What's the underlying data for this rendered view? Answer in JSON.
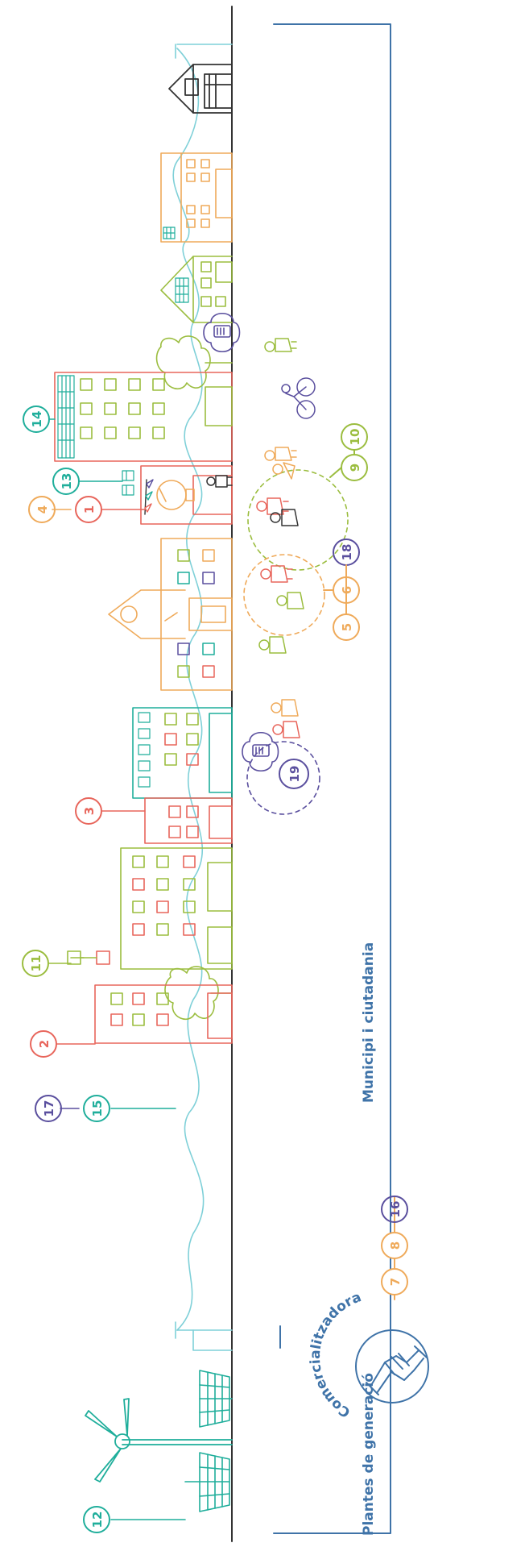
{
  "labels": {
    "generation": "Plantes de generació",
    "retailer": "Comercialitzadora",
    "municipality": "Municipi i ciutadania"
  },
  "markers": [
    {
      "id": "n1",
      "text": "1",
      "color": "#e8665c"
    },
    {
      "id": "n2",
      "text": "2",
      "color": "#e8665c"
    },
    {
      "id": "n3",
      "text": "3",
      "color": "#e8665c"
    },
    {
      "id": "n4",
      "text": "4",
      "color": "#efaa5a"
    },
    {
      "id": "n5",
      "text": "5",
      "color": "#efaa5a"
    },
    {
      "id": "n6",
      "text": "6",
      "color": "#efaa5a"
    },
    {
      "id": "n7",
      "text": "7",
      "color": "#efaa5a"
    },
    {
      "id": "n8",
      "text": "8",
      "color": "#efaa5a"
    },
    {
      "id": "n9",
      "text": "9",
      "color": "#9bbd3f"
    },
    {
      "id": "n10",
      "text": "10",
      "color": "#9bbd3f"
    },
    {
      "id": "n11",
      "text": "11",
      "color": "#9bbd3f"
    },
    {
      "id": "n12",
      "text": "12",
      "color": "#1fae9b"
    },
    {
      "id": "n13",
      "text": "13",
      "color": "#1fae9b"
    },
    {
      "id": "n14",
      "text": "14",
      "color": "#1fae9b"
    },
    {
      "id": "n15",
      "text": "15",
      "color": "#1fae9b"
    },
    {
      "id": "n16",
      "text": "16",
      "color": "#5a4f9e"
    },
    {
      "id": "n17",
      "text": "17",
      "color": "#5a4f9e"
    },
    {
      "id": "n18",
      "text": "18",
      "color": "#5a4f9e"
    },
    {
      "id": "n19",
      "text": "19",
      "color": "#5a4f9e"
    }
  ],
  "colors": {
    "red": "#e8665c",
    "orange": "#efaa5a",
    "green": "#9bbd3f",
    "teal": "#1fae9b",
    "purple": "#5a4f9e",
    "blue": "#3f73a8",
    "cyan": "#7fd0d8",
    "dark": "#333333"
  }
}
